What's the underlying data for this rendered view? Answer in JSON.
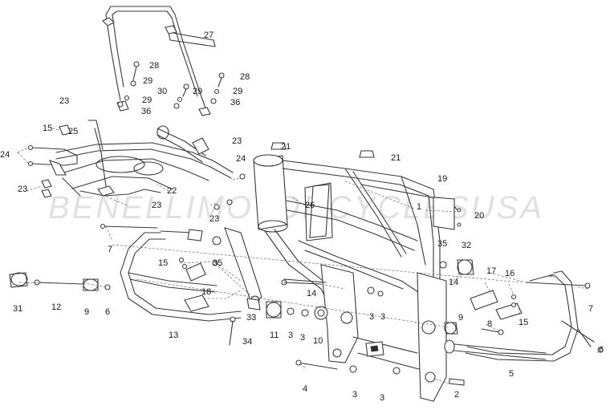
{
  "watermark": "BENELLIMOTORCYCLESUSA",
  "callouts": {
    "c1": "1",
    "c2": "2",
    "c3a": "3",
    "c3b": "3",
    "c3c": "3",
    "c3d": "3",
    "c3e": "3",
    "c3f": "3",
    "c4": "4",
    "c5": "5",
    "c6a": "6",
    "c6b": "6",
    "c7a": "7",
    "c7b": "7",
    "c8": "8",
    "c9a": "9",
    "c9b": "9",
    "c10": "10",
    "c11": "11",
    "c12": "12",
    "c13": "13",
    "c14a": "14",
    "c14b": "14",
    "c15a": "15",
    "c15b": "15",
    "c15c": "15",
    "c16": "16",
    "c17": "17",
    "c18": "18",
    "c19": "19",
    "c20": "20",
    "c21a": "21",
    "c21b": "21",
    "c22": "22",
    "c23a": "23",
    "c23b": "23",
    "c23c": "23",
    "c23d": "23",
    "c23e": "23",
    "c24a": "24",
    "c24b": "24",
    "c25": "25",
    "c26": "26",
    "c27": "27",
    "c28a": "28",
    "c28b": "28",
    "c29a": "29",
    "c29b": "29",
    "c29c": "29",
    "c29d": "29",
    "c30": "30",
    "c31": "31",
    "c32": "32",
    "c33": "33",
    "c34": "34",
    "c35a": "35",
    "c35b": "35",
    "c36a": "36",
    "c36b": "36"
  }
}
